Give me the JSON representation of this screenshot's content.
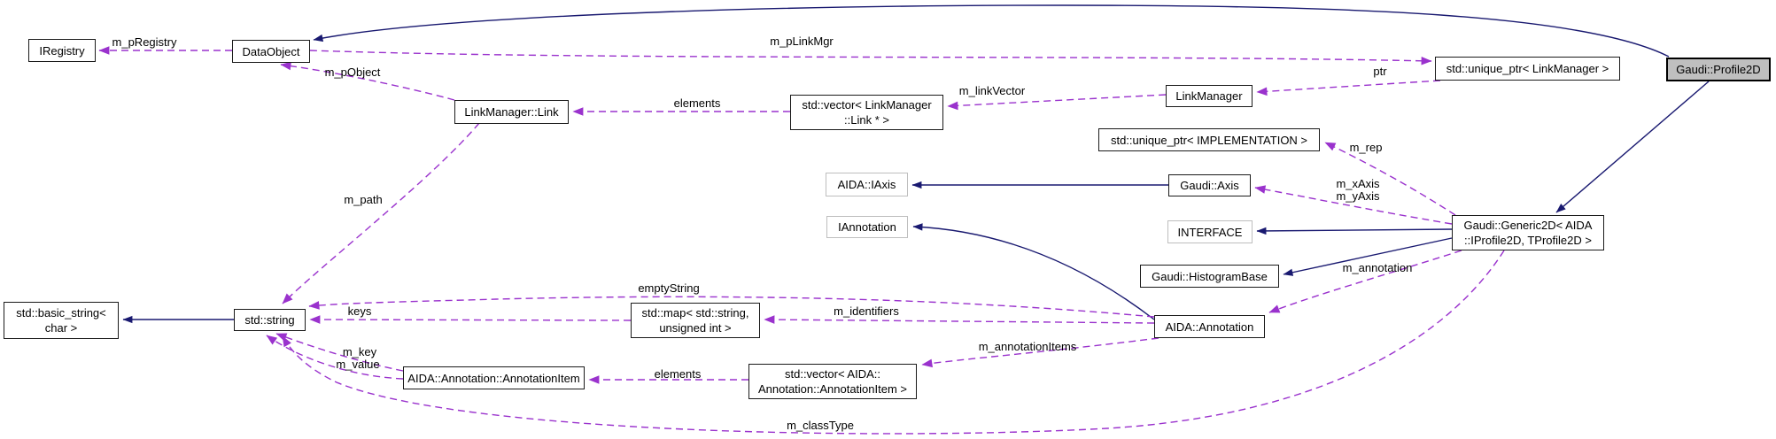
{
  "colors": {
    "background": "#ffffff",
    "solid_inheritance_edge": "#191970",
    "dashed_usage_edge": "#9a32cd",
    "node_border": "#1a1a1a",
    "external_node_border": "#bebebe",
    "highlighted_node_fill": "#bfbfbf",
    "text": "#000000"
  },
  "nodes": [
    {
      "id": "IRegistry",
      "line1": "IRegistry",
      "style": "normal"
    },
    {
      "id": "DataObject",
      "line1": "DataObject",
      "style": "normal"
    },
    {
      "id": "LinkManager::Link",
      "line1": "LinkManager::Link",
      "style": "normal"
    },
    {
      "id": "std::vector< LinkManager::Link * >",
      "line1": "std::vector< LinkManager",
      "line2": "::Link * >",
      "style": "normal"
    },
    {
      "id": "LinkManager",
      "line1": "LinkManager",
      "style": "normal"
    },
    {
      "id": "std::unique_ptr< LinkManager >",
      "line1": "std::unique_ptr< LinkManager >",
      "style": "normal"
    },
    {
      "id": "Gaudi::Profile2D",
      "line1": "Gaudi::Profile2D",
      "style": "highlight"
    },
    {
      "id": "std::unique_ptr< IMPLEMENTATION >",
      "line1": "std::unique_ptr< IMPLEMENTATION >",
      "style": "normal"
    },
    {
      "id": "AIDA::IAxis",
      "line1": "AIDA::IAxis",
      "style": "external"
    },
    {
      "id": "Gaudi::Axis",
      "line1": "Gaudi::Axis",
      "style": "normal"
    },
    {
      "id": "IAnnotation",
      "line1": "IAnnotation",
      "style": "external"
    },
    {
      "id": "INTERFACE",
      "line1": "INTERFACE",
      "style": "external"
    },
    {
      "id": "Gaudi::HistogramBase",
      "line1": "Gaudi::HistogramBase",
      "style": "normal"
    },
    {
      "id": "Gaudi::Generic2D< AIDA::IProfile2D, TProfile2D >",
      "line1": "Gaudi::Generic2D< AIDA",
      "line2": "::IProfile2D, TProfile2D >",
      "style": "normal"
    },
    {
      "id": "std::basic_string< char >",
      "line1": "std::basic_string<",
      "line2": "char >",
      "style": "normal"
    },
    {
      "id": "std::string",
      "line1": "std::string",
      "style": "normal"
    },
    {
      "id": "std::map< std::string, unsigned int >",
      "line1": "std::map< std::string,",
      "line2": "unsigned int >",
      "style": "normal"
    },
    {
      "id": "AIDA::Annotation",
      "line1": "AIDA::Annotation",
      "style": "normal"
    },
    {
      "id": "AIDA::Annotation::AnnotationItem",
      "line1": "AIDA::Annotation::AnnotationItem",
      "style": "normal"
    },
    {
      "id": "std::vector< AIDA::Annotation::AnnotationItem >",
      "line1": "std::vector< AIDA::",
      "line2": "Annotation::AnnotationItem >",
      "style": "normal"
    }
  ],
  "edges": [
    {
      "from": "DataObject",
      "to": "IRegistry",
      "type": "usage",
      "label": "m_pRegistry"
    },
    {
      "from": "DataObject",
      "to": "std::unique_ptr< LinkManager >",
      "type": "usage",
      "label": "m_pLinkMgr"
    },
    {
      "from": "LinkManager::Link",
      "to": "DataObject",
      "type": "usage",
      "label": "m_pObject"
    },
    {
      "from": "std::vector< LinkManager::Link * >",
      "to": "LinkManager::Link",
      "type": "usage",
      "label": "elements"
    },
    {
      "from": "LinkManager",
      "to": "std::vector< LinkManager::Link * >",
      "type": "usage",
      "label": "m_linkVector"
    },
    {
      "from": "std::unique_ptr< LinkManager >",
      "to": "LinkManager",
      "type": "usage",
      "label": "ptr"
    },
    {
      "from": "Gaudi::Profile2D",
      "to": "DataObject",
      "type": "inheritance",
      "label": ""
    },
    {
      "from": "Gaudi::Profile2D",
      "to": "Gaudi::Generic2D< AIDA::IProfile2D, TProfile2D >",
      "type": "inheritance",
      "label": ""
    },
    {
      "from": "Gaudi::Generic2D< AIDA::IProfile2D, TProfile2D >",
      "to": "std::unique_ptr< IMPLEMENTATION >",
      "type": "usage",
      "label": "m_rep"
    },
    {
      "from": "Gaudi::Axis",
      "to": "AIDA::IAxis",
      "type": "inheritance",
      "label": ""
    },
    {
      "from": "Gaudi::Generic2D< AIDA::IProfile2D, TProfile2D >",
      "to": "Gaudi::Axis",
      "type": "usage",
      "label": "m_xAxis",
      "label2": "m_yAxis"
    },
    {
      "from": "AIDA::Annotation",
      "to": "IAnnotation",
      "type": "inheritance",
      "label": ""
    },
    {
      "from": "Gaudi::Generic2D< AIDA::IProfile2D, TProfile2D >",
      "to": "INTERFACE",
      "type": "inheritance",
      "label": ""
    },
    {
      "from": "Gaudi::Generic2D< AIDA::IProfile2D, TProfile2D >",
      "to": "Gaudi::HistogramBase",
      "type": "inheritance",
      "label": ""
    },
    {
      "from": "Gaudi::Generic2D< AIDA::IProfile2D, TProfile2D >",
      "to": "AIDA::Annotation",
      "type": "usage",
      "label": "m_annotation"
    },
    {
      "from": "std::string",
      "to": "std::basic_string< char >",
      "type": "inheritance",
      "label": ""
    },
    {
      "from": "LinkManager::Link",
      "to": "std::string",
      "type": "usage",
      "label": "m_path"
    },
    {
      "from": "AIDA::Annotation",
      "to": "std::string",
      "type": "usage",
      "label": "emptyString"
    },
    {
      "from": "std::map< std::string, unsigned int >",
      "to": "std::string",
      "type": "usage",
      "label": "keys"
    },
    {
      "from": "AIDA::Annotation",
      "to": "std::map< std::string, unsigned int >",
      "type": "usage",
      "label": "m_identifiers"
    },
    {
      "from": "AIDA::Annotation::AnnotationItem",
      "to": "std::string",
      "type": "usage",
      "label": "m_key"
    },
    {
      "from": "AIDA::Annotation::AnnotationItem",
      "to": "std::string",
      "type": "usage",
      "label": "m_value"
    },
    {
      "from": "std::vector< AIDA::Annotation::AnnotationItem >",
      "to": "AIDA::Annotation::AnnotationItem",
      "type": "usage",
      "label": "elements"
    },
    {
      "from": "AIDA::Annotation",
      "to": "std::vector< AIDA::Annotation::AnnotationItem >",
      "type": "usage",
      "label": "m_annotationItems"
    },
    {
      "from": "Gaudi::Generic2D< AIDA::IProfile2D, TProfile2D >",
      "to": "std::string",
      "type": "usage",
      "label": "m_classType"
    }
  ]
}
